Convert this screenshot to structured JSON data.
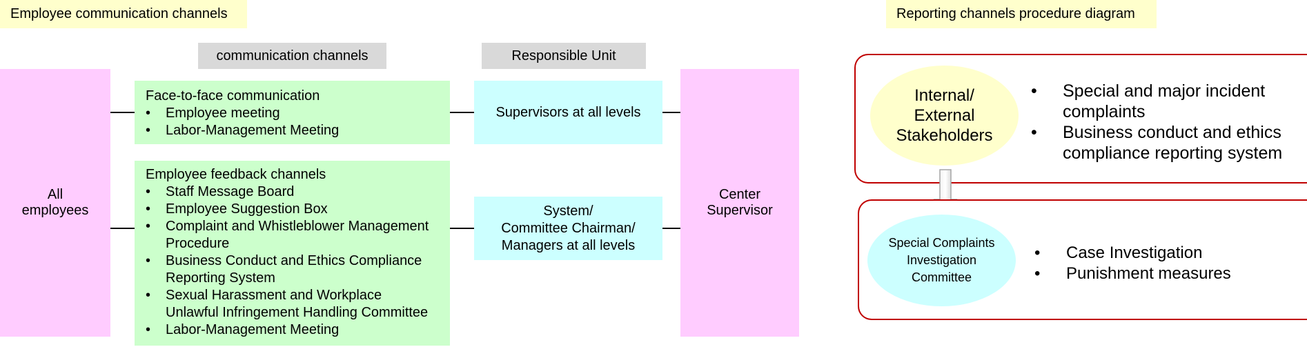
{
  "left_title": "Employee communication channels",
  "right_title": "Reporting channels procedure diagram",
  "headers": {
    "channels": "communication channels",
    "responsible": "Responsible Unit"
  },
  "all_employees": [
    "All",
    "employees"
  ],
  "center_supervisor": [
    "Center",
    "Supervisor"
  ],
  "face_to_face": {
    "title": "Face-to-face communication",
    "items": [
      "Employee meeting",
      "Labor-Management Meeting"
    ]
  },
  "feedback": {
    "title": "Employee feedback channels",
    "items": [
      "Staff Message Board",
      "Employee Suggestion Box",
      "Complaint and Whistleblower Management Procedure",
      "Business Conduct and Ethics Compliance Reporting System",
      "Sexual Harassment and Workplace Unlawful Infringement Handling Committee",
      "Labor-Management Meeting"
    ]
  },
  "responsible_units": {
    "supervisors": "Supervisors at all levels",
    "system_lines": [
      "System/",
      "Committee Chairman/",
      "Managers at all levels"
    ]
  },
  "procedure": {
    "stakeholders_lines": [
      "Internal/",
      "External",
      "Stakeholders"
    ],
    "stakeholder_items": [
      "Special and major incident complaints",
      "Business conduct and ethics compliance reporting system"
    ],
    "committee_lines": [
      "Special Complaints",
      "Investigation",
      "Committee"
    ],
    "committee_items": [
      "Case Investigation",
      "Punishment measures"
    ]
  },
  "colors": {
    "title_bg": "#ffffcc",
    "header_bg": "#d9d9d9",
    "pink": "#ffccff",
    "green": "#ccffcc",
    "cyan": "#ccffff",
    "red_border": "#c00000"
  }
}
